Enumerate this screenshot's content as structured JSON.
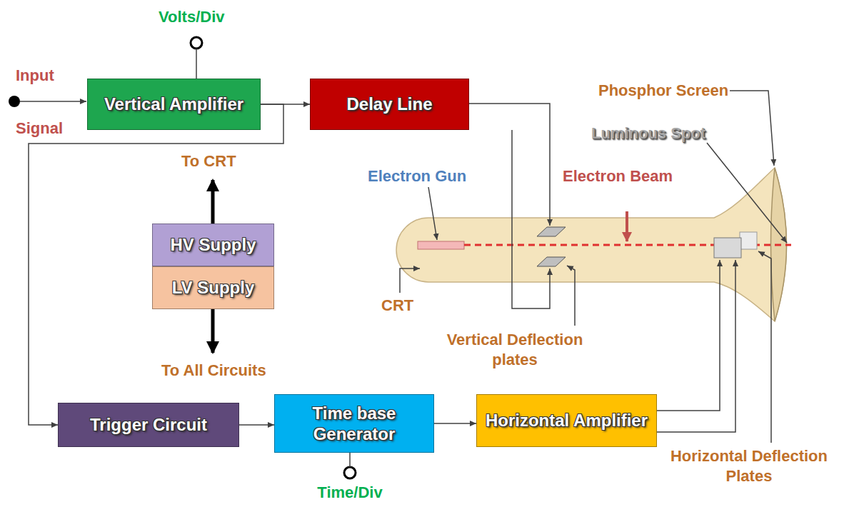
{
  "diagram": {
    "nodes": [
      {
        "text": [
          "Vertical Amplifier"
        ]
      },
      {
        "text": [
          "Delay Line"
        ]
      },
      {
        "text": [
          "HV Supply"
        ]
      },
      {
        "text": [
          "LV Supply"
        ]
      },
      {
        "text": [
          "Trigger Circuit"
        ]
      },
      {
        "text": [
          "Time base Generator"
        ]
      },
      {
        "text": [
          "Horizontal Amplifier"
        ]
      }
    ],
    "edges": [
      {
        "from": 0,
        "to": 1,
        "arrow": "to"
      },
      {
        "from": 0,
        "to": 4,
        "arrow": "to"
      },
      {
        "from": 4,
        "to": 5,
        "arrow": "to"
      },
      {
        "from": 5,
        "to": 6,
        "arrow": "to"
      }
    ],
    "labels": [
      "Volts/Div",
      "Input",
      "Signal",
      "To CRT",
      "To All Circuits",
      "Time/Div",
      "Phosphor Screen",
      "Luminous Spot",
      "Electron Gun",
      "Electron Beam",
      "CRT",
      "Vertical Deflection plates",
      "Horizontal Deflection Plates"
    ]
  }
}
